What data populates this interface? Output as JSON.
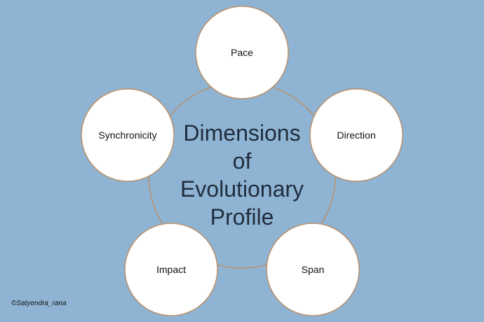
{
  "diagram": {
    "title_lines": [
      "Dimensions",
      "of",
      "Evolutionary",
      "Profile"
    ],
    "nodes": [
      {
        "label": "Pace"
      },
      {
        "label": "Direction"
      },
      {
        "label": "Span"
      },
      {
        "label": "Impact"
      },
      {
        "label": "Synchronicity"
      }
    ],
    "credit": "©Satyendra_rana"
  },
  "colors": {
    "background": "#8fb4d3",
    "node_fill": "#ffffff",
    "node_stroke": "#b8906c",
    "ring_stroke": "#b8906c",
    "title_text": "#1f2d3d"
  }
}
